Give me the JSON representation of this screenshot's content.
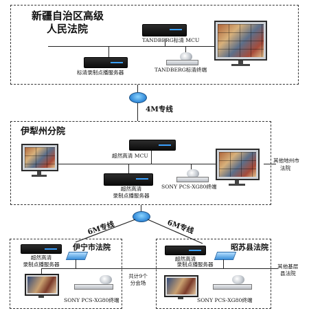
{
  "top": {
    "title_line1": "新疆自治区高级",
    "title_line2": "人民法院",
    "mcu_label": "TANDBERG标清 MCU",
    "recorder_label": "标清录制点播服务器",
    "terminal_label": "TANDBERG标清终端"
  },
  "link_top": "4M专线",
  "mid": {
    "title": "伊犁州分院",
    "mcu_label": "超然高清 MCU",
    "recorder_label_line1": "超然高清",
    "recorder_label_line2": "录制点播服务器",
    "terminal_label": "SONY PCS-XG80终端",
    "side_label_line1": "其他地州市",
    "side_label_line2": "法院"
  },
  "link_left": "6M专线",
  "link_right": "6M专线",
  "left_branch": {
    "title": "伊宁市法院",
    "recorder_label_line1": "超然高清",
    "recorder_label_line2": "录制点播服务器",
    "terminal_label": "SONY PCS-XG80终端"
  },
  "right_branch": {
    "title": "昭苏县法院",
    "recorder_label_line1": "超然高清",
    "recorder_label_line2": "录制点播服务器",
    "terminal_label": "SONY PCS-XG80终端",
    "side_label_line1": "其他基层",
    "side_label_line2": "县法院"
  },
  "middle_note_line1": "共计9个",
  "middle_note_line2": "分会场",
  "icons": [
    "router-icon",
    "switch-icon",
    "server-icon",
    "monitor-icon",
    "camera-icon"
  ]
}
